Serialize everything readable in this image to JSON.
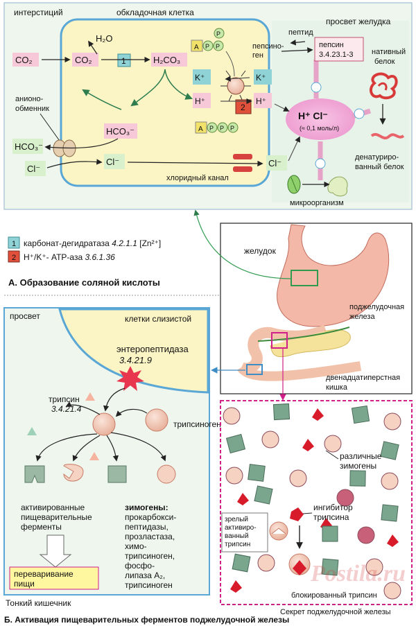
{
  "colors": {
    "cell_fill": "#fbf4c4",
    "cell_border": "#5aa7d6",
    "panel_bg": "#eef6ee",
    "green_tag": "#d8f0cc",
    "pink_tag": "#f6c8d8",
    "blue_tag": "#8fd3d6",
    "red_tag": "#e0503a",
    "magenta": "#d01f8a",
    "trypsinogen": "#f6d2c2",
    "zymogen_pink": "#c9607a",
    "zymogen_green": "#7aa68e",
    "inhibitor_red": "#d81b2a"
  },
  "panel_a": {
    "region_interstitium": "интерстиций",
    "region_cell": "обкладочная клетка",
    "region_lumen": "просвет желудка",
    "co2_left": "CO₂",
    "co2_mid": "CO₂",
    "h2o": "H₂O",
    "h2co3": "H₂CO₃",
    "enzyme_1": "1",
    "enzyme_2": "2",
    "anion_exchanger": [
      "анионо-",
      "обменник"
    ],
    "hco3_left": "HCO₃⁻",
    "hco3_mid": "HCO₃⁻",
    "cl_left": "Cl⁻",
    "cl_cell": "Cl⁻",
    "cl_lumen": "Cl⁻",
    "k_in": "K⁺",
    "k_out": "K⁺",
    "h_in": "H⁺",
    "h_out": "H⁺",
    "atp_top": [
      "A",
      "P",
      "P"
    ],
    "p_single": "P",
    "atp_bottom": [
      "A",
      "P",
      "P",
      "P"
    ],
    "chloride_channel": "хлоридный канал",
    "hcl_main": "H⁺ Cl⁻",
    "hcl_conc": "(≈ 0,1 моль/л)",
    "peptide": "пептид",
    "pepsinogen": [
      "пепсино-",
      "ген"
    ],
    "pepsin_box": [
      "пепсин",
      "3.4.23.1-3"
    ],
    "native_protein": [
      "нативный",
      "белок"
    ],
    "denatured_protein": [
      "денатуриро-",
      "ванный белок"
    ],
    "microorganism": "микроорганизм"
  },
  "legend": {
    "item1_num": "1",
    "item1_text": "карбонат-дегидратаза ",
    "item1_ec": "4.2.1.1",
    "item1_zn": " [Zn²⁺]",
    "item2_num": "2",
    "item2_text": "H⁺/K⁺- АТР-аза ",
    "item2_ec": "3.6.1.36"
  },
  "title_a": "А. Образование соляной кислоты",
  "stomach": {
    "stomach": "желудок",
    "pancreas": [
      "поджелудочная",
      "железа"
    ],
    "duodenum": [
      "двенадцатиперстная",
      "кишка"
    ]
  },
  "panel_b": {
    "region_lumen": "просвет",
    "region_cells": "клетки слизистой",
    "enteropeptidase": "энтеропептидаза",
    "enteropeptidase_ec": "3.4.21.9",
    "trypsin": "трипсин",
    "trypsin_ec": "3.4.21.4",
    "trypsinogen": "трипсиноген",
    "activated_enzymes": [
      "активированные",
      "пищеварительные",
      "ферменты"
    ],
    "digestion": [
      "переваривание",
      "пищи"
    ],
    "zymogens_title": "зимогены",
    "zymogens_list": [
      "прокарбокси-",
      "пептидазы,",
      "прозластаза,",
      "химо-",
      "трипсиноген,",
      "фосфо-",
      "липаза A₂,",
      "трипсиноген"
    ],
    "small_intestine": "Тонкий кишечник"
  },
  "panel_c": {
    "various_zymogens": [
      "различные",
      "зимогены"
    ],
    "trypsin_inhibitor": [
      "ингибитор",
      "трипсина"
    ],
    "mature_trypsin": [
      "зрелый",
      "активиро-",
      "ванный",
      "трипсин"
    ],
    "blocked_trypsin": "блокированный трипсин",
    "pancreatic_secretion": "Секрет поджелудочной железы"
  },
  "title_b": "Б. Активация пищеварительных ферментов поджелудочной железы",
  "watermark": "Postila.ru"
}
